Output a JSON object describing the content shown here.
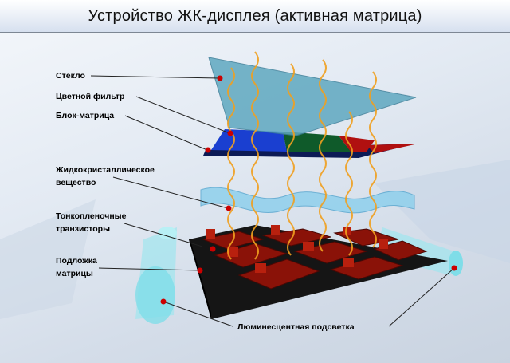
{
  "title": "Устройство ЖК-дисплея (активная матрица)",
  "labels": {
    "glass": "Стекло",
    "color_filter": "Цветной фильтр",
    "block_matrix": "Блок-матрица",
    "liquid_crystal_1": "Жидкокристаллическое",
    "liquid_crystal_2": "вещество",
    "tft_1": "Тонкопленочные",
    "tft_2": "транзисторы",
    "substrate_1": "Подложка",
    "substrate_2": "матрицы",
    "backlight": "Люминесцентная подсветка"
  },
  "colors": {
    "marker": "#cc0000",
    "glass": "#5fa8c0",
    "filter_blue": "#1a3fd0",
    "filter_green": "#0f5a2a",
    "filter_red": "#b01010",
    "matrix": "#0c1a55",
    "substrate": "#111111",
    "tft": "#8a1208",
    "helix": "#f0a020"
  }
}
